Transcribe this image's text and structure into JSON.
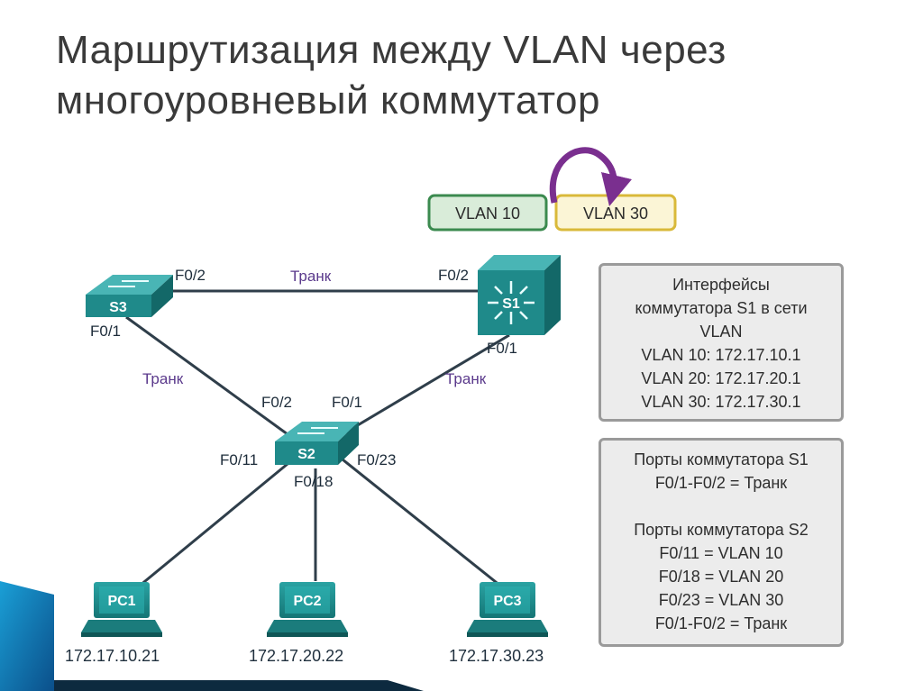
{
  "title": {
    "line1": "Маршрутизация между VLAN через",
    "line2": "многоуровневый коммутатор"
  },
  "vlan_tags": {
    "vlan10": "VLAN 10",
    "vlan30": "VLAN 30"
  },
  "devices": {
    "s1": "S1",
    "s2": "S2",
    "s3": "S3",
    "pc1": "PC1",
    "pc2": "PC2",
    "pc3": "PC3"
  },
  "ports": {
    "s3_f02": "F0/2",
    "s3_f01": "F0/1",
    "s1_f02": "F0/2",
    "s1_f01": "F0/1",
    "s2_f02": "F0/2",
    "s2_f01": "F0/1",
    "s2_f011": "F0/11",
    "s2_f018": "F0/18",
    "s2_f023": "F0/23"
  },
  "links": {
    "trunk_top": "Транк",
    "trunk_left": "Транк",
    "trunk_right": "Транк"
  },
  "ips": {
    "pc1": "172.17.10.21",
    "pc2": "172.17.20.22",
    "pc3": "172.17.30.23"
  },
  "info_box_1": {
    "line1": "Интерфейсы",
    "line2": "коммутатора S1 в сети",
    "line3": "VLAN",
    "line4": "VLAN 10: 172.17.10.1",
    "line5": "VLAN 20: 172.17.20.1",
    "line6": "VLAN 30: 172.17.30.1"
  },
  "info_box_2": {
    "s1_header": "Порты коммутатора S1",
    "s1_line1": "F0/1-F0/2 = Транк",
    "s2_header": "Порты коммутатора S2",
    "s2_line1": "F0/11 = VLAN 10",
    "s2_line2": "F0/18 = VLAN 20",
    "s2_line3": "F0/23 = VLAN 30",
    "s2_line4": "F0/1-F0/2 = Транк"
  },
  "colors": {
    "device_teal": "#1f8a8a",
    "vlan10_border": "#3b8a4f",
    "vlan10_fill": "#d9ecd9",
    "vlan30_border": "#d9b93a",
    "vlan30_fill": "#fbf5d6",
    "arrow_purple": "#7a2f8f",
    "accent_blue": "#1f6fb0"
  }
}
